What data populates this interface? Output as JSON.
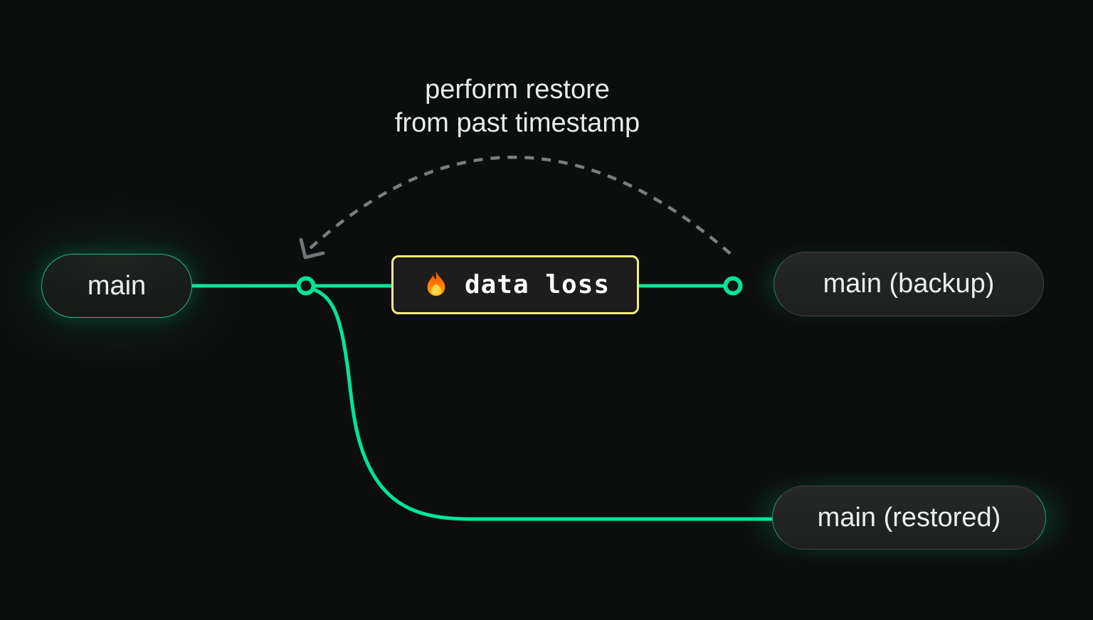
{
  "annotation": {
    "line1": "perform restore",
    "line2": "from past timestamp"
  },
  "branches": {
    "main": {
      "label": "main"
    },
    "backup": {
      "label": "main (backup)"
    },
    "restored": {
      "label": "main (restored)"
    }
  },
  "event": {
    "icon": "fire-icon",
    "label": "data loss"
  },
  "colors": {
    "background": "#0c0e0d",
    "branch_line": "#00e599",
    "node_fill": "#101312",
    "warning_border": "#f0ee7c",
    "warning_fill": "#1c1d1c",
    "dashed_arc": "#7a7e81",
    "arrowhead": "#6f7478",
    "text": "#e9ebea",
    "pill_border_gray": "#3e403f",
    "pill_border_green": "#2db68a"
  }
}
